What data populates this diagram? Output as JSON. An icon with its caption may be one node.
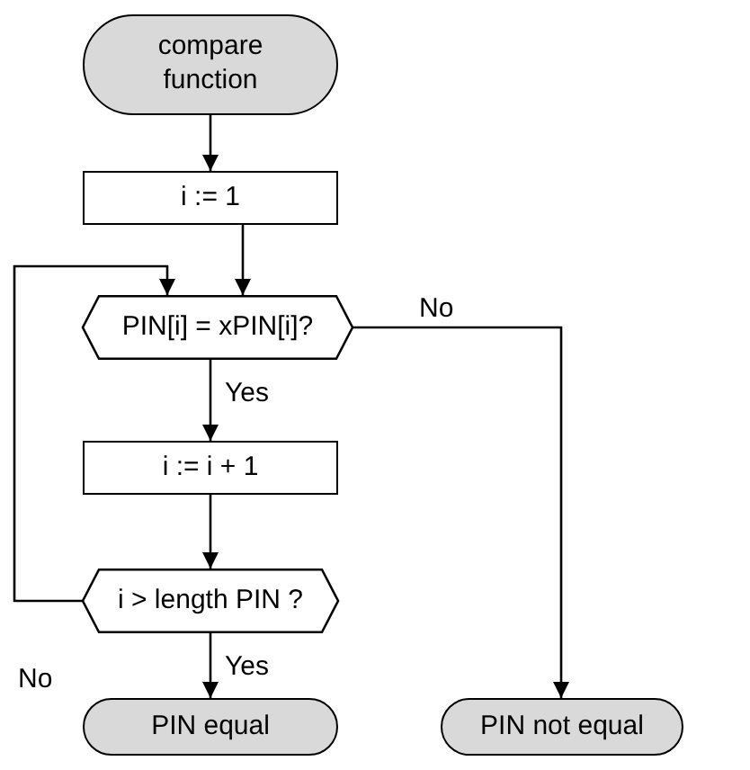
{
  "diagram": {
    "nodes": [
      {
        "text": [
          "compare function"
        ]
      },
      {
        "text": [
          "i := 1"
        ]
      },
      {
        "text": [
          "PIN[i] = xPIN[i]?"
        ]
      },
      {
        "text": [
          "i := i + 1"
        ]
      },
      {
        "text": [
          "i > length PIN ?"
        ]
      },
      {
        "text": [
          "PIN equal"
        ]
      },
      {
        "text": [
          "PIN not equal"
        ]
      }
    ],
    "edges": [
      {
        "from": 0,
        "to": 1,
        "arrow": "to"
      },
      {
        "from": 1,
        "to": 2,
        "arrow": "to"
      },
      {
        "from": 2,
        "to": 3,
        "arrow": "to",
        "label": "Yes"
      },
      {
        "from": 3,
        "to": 4,
        "arrow": "to"
      },
      {
        "from": 4,
        "to": 5,
        "arrow": "to",
        "label": "Yes"
      },
      {
        "from": 4,
        "to": 2,
        "arrow": "to",
        "label": "No"
      },
      {
        "from": 2,
        "to": 6,
        "arrow": "to",
        "label": "No"
      }
    ]
  }
}
